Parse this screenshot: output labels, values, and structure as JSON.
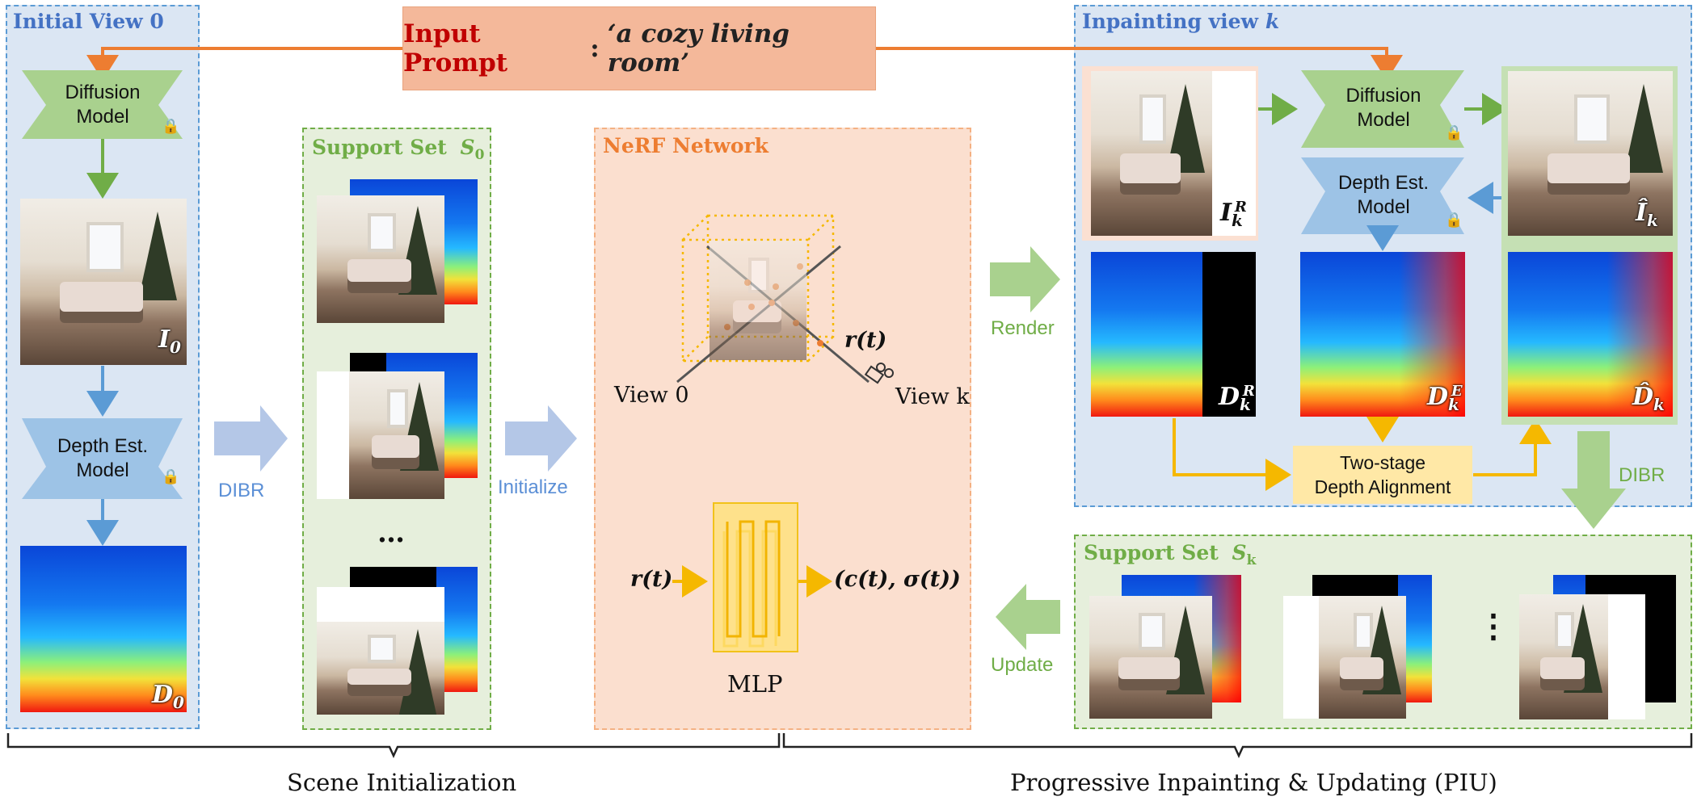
{
  "prompt": {
    "label": "Input Prompt",
    "colon": ":",
    "text": "‘a cozy living room’"
  },
  "initial_view": {
    "title": "Initial View 0",
    "diffusion_model": [
      "Diffusion",
      "Model"
    ],
    "depth_model": [
      "Depth Est.",
      "Model"
    ],
    "image_label": "I",
    "image_sub": "0",
    "depth_label": "D",
    "depth_sub": "0"
  },
  "support_set_0": {
    "title": "Support Set",
    "symbol": "S",
    "sub": "0",
    "ellipsis": "…"
  },
  "nerf": {
    "title": "NeRF Network",
    "ray_label": "r(t)",
    "view0": "View 0",
    "viewk": "View k",
    "mlp_input": "r(t)",
    "mlp_output": "(c(t), σ(t))",
    "mlp_label": "MLP"
  },
  "arrows": {
    "dibr_left": "DIBR",
    "initialize": "Initialize",
    "render": "Render",
    "update": "Update",
    "dibr_right": "DIBR"
  },
  "inpainting": {
    "title": "Inpainting view",
    "title_k": "k",
    "diffusion_model": [
      "Diffusion",
      "Model"
    ],
    "depth_model": [
      "Depth Est.",
      "Model"
    ],
    "render_image": "I",
    "render_depth": "D",
    "inpainted_image": "Î",
    "est_depth": "D",
    "final_depth": "D̂",
    "sub_k": "k",
    "sup_R": "R",
    "sup_E": "E",
    "alignment": [
      "Two-stage",
      "Depth Alignment"
    ]
  },
  "support_set_k": {
    "title": "Support Set",
    "symbol": "S",
    "sub": "k",
    "ellipsis": "⋮"
  },
  "stages": {
    "left": "Scene Initialization",
    "right": "Progressive Inpainting & Updating (PIU)"
  },
  "colors": {
    "blue": "#5b9bd5",
    "green": "#70ad47",
    "orange": "#ed7d31",
    "yellow": "#f5b800"
  }
}
